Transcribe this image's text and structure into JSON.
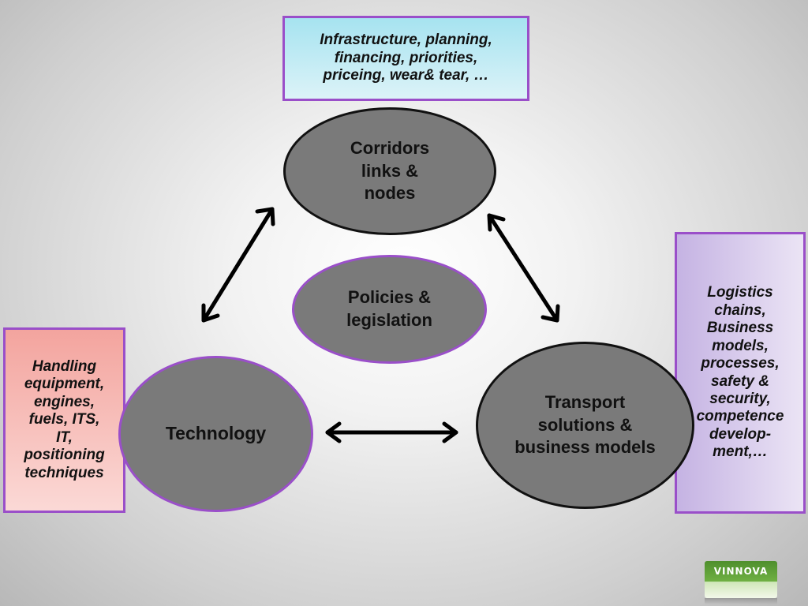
{
  "boxes": {
    "top": {
      "lines": [
        "Infrastructure, planning,",
        "financing, priorities,",
        "priceing, wear& tear, …"
      ]
    },
    "right": {
      "lines": [
        "Logistics",
        "chains,",
        "Business",
        "models,",
        "processes,",
        "safety &",
        "security,",
        "competence",
        "develop-",
        "ment,…"
      ]
    },
    "left": {
      "lines": [
        "Handling",
        "equipment,",
        "engines,",
        "fuels, ITS,",
        "IT,",
        "positioning",
        "techniques"
      ]
    }
  },
  "nodes": {
    "corridors": {
      "lines": [
        "Corridors",
        "links &",
        "nodes"
      ]
    },
    "policies": {
      "lines": [
        "Policies &",
        "legislation"
      ]
    },
    "technology": {
      "lines": [
        "Technology"
      ]
    },
    "transport": {
      "lines": [
        "Transport",
        "solutions &",
        "business models"
      ]
    }
  },
  "logo": {
    "text": "VINNOVA"
  },
  "colors": {
    "accent_border": "#9a4fc9",
    "ellipse_fill": "#7a7a7a"
  }
}
